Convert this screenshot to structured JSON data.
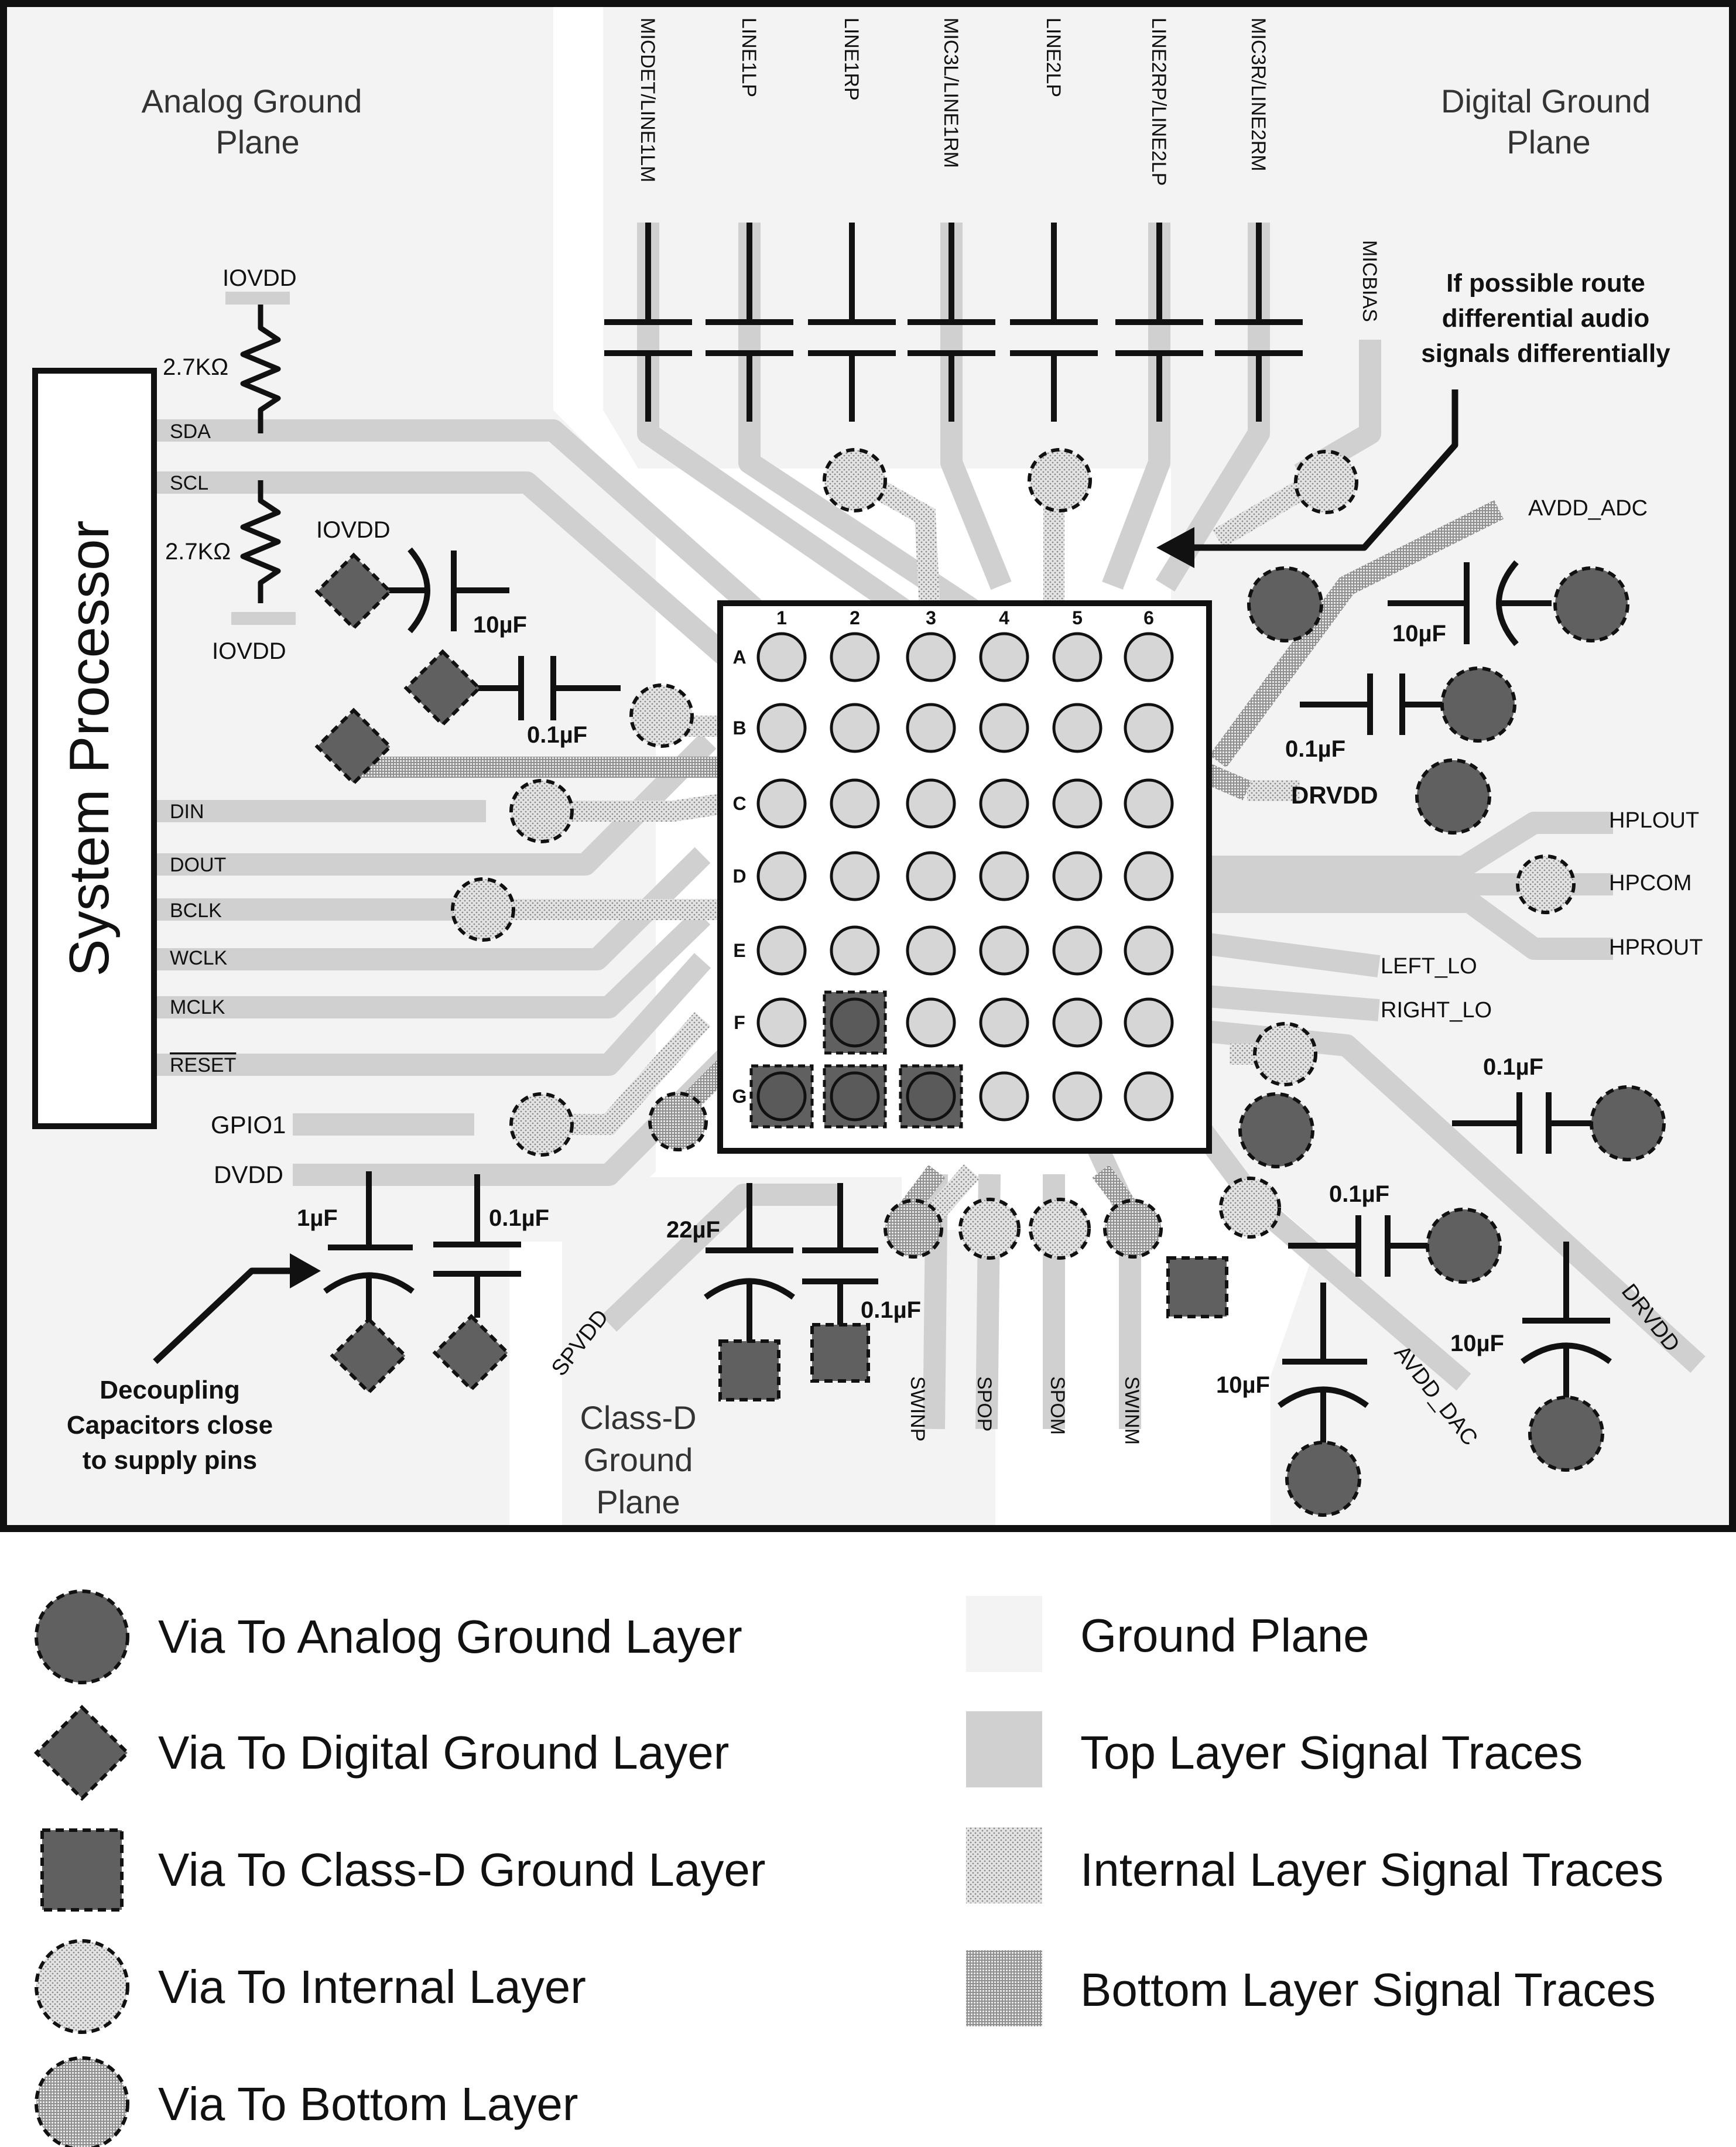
{
  "regions": {
    "analog_plane": [
      "Analog Ground",
      "Plane"
    ],
    "digital_plane": [
      "Digital Ground",
      "Plane"
    ],
    "classd_plane": [
      "Class-D",
      "Ground",
      "Plane"
    ]
  },
  "processor": {
    "title": "System Processor",
    "pins": [
      "SDA",
      "SCL",
      "DIN",
      "DOUT",
      "BCLK",
      "WCLK",
      "MCLK",
      "RESET"
    ],
    "gpio1": "GPIO1",
    "dvdd": "DVDD"
  },
  "pullups": {
    "iovdd_top": "IOVDD",
    "r1": "2.7KΩ",
    "r2": "2.7KΩ",
    "iovdd_bottom": "IOVDD",
    "iovdd_cap": "IOVDD",
    "cap_10uF": "10µF",
    "cap_01uF": "0.1µF"
  },
  "top_inputs": [
    "MICDET/LINE1LM",
    "LINE1LP",
    "LINE1RP",
    "MIC3L/LINE1RM",
    "LINE2LP",
    "LINE2RP/LINE2LP",
    "MIC3R/LINE2RM"
  ],
  "micbias": "MICBIAS",
  "note_differential": [
    "If possible route",
    "differential audio",
    "signals differentially"
  ],
  "right_side": {
    "avdd_adc": "AVDD_ADC",
    "cap_10uF": "10µF",
    "cap_01uF": "0.1µF",
    "drvdd": "DRVDD",
    "hplout": "HPLOUT",
    "hpcom": "HPCOM",
    "hprout": "HPROUT",
    "left_lo": "LEFT_LO",
    "right_lo": "RIGHT_LO",
    "cap_01uF_b": "0.1µF",
    "cap_01uF_c": "0.1µF",
    "cap_10uF_b": "10µF",
    "cap_10uF_c": "10µF",
    "drvdd_b": "DRVDD",
    "avdd_dac": "AVDD_DAC"
  },
  "bottom": {
    "cap_1uF": "1µF",
    "cap_01uF": "0.1µF",
    "cap_22uF": "22µF",
    "cap_01uF_b": "0.1µF",
    "spvdd": "SPVDD",
    "outputs": [
      "SWINP",
      "SPOP",
      "SPOM",
      "SWINM"
    ]
  },
  "note_decoupling": [
    "Decoupling",
    "Capacitors close",
    "to supply pins"
  ],
  "bga": {
    "cols": [
      "1",
      "2",
      "3",
      "4",
      "5",
      "6"
    ],
    "rows": [
      "A",
      "B",
      "C",
      "D",
      "E",
      "F",
      "G"
    ]
  },
  "legend": {
    "left": [
      {
        "label": "Via To Analog Ground Layer",
        "icon": "analog-ground-via-icon"
      },
      {
        "label": "Via To Digital Ground Layer",
        "icon": "digital-ground-via-icon"
      },
      {
        "label": "Via To Class-D Ground Layer",
        "icon": "classd-ground-via-icon"
      },
      {
        "label": "Via To Internal Layer",
        "icon": "internal-layer-via-icon"
      },
      {
        "label": "Via To Bottom Layer",
        "icon": "bottom-layer-via-icon"
      }
    ],
    "right": [
      {
        "label": "Ground Plane",
        "icon": "ground-plane-swatch"
      },
      {
        "label": "Top Layer Signal Traces",
        "icon": "top-layer-swatch"
      },
      {
        "label": "Internal Layer Signal Traces",
        "icon": "internal-layer-swatch"
      },
      {
        "label": "Bottom Layer Signal Traces",
        "icon": "bottom-layer-swatch"
      }
    ]
  },
  "colors": {
    "board": "#ffffff",
    "plane": "#f3f3f3",
    "trace": "#d0d0d0",
    "ground_via": "#606060",
    "outline": "#111111"
  }
}
